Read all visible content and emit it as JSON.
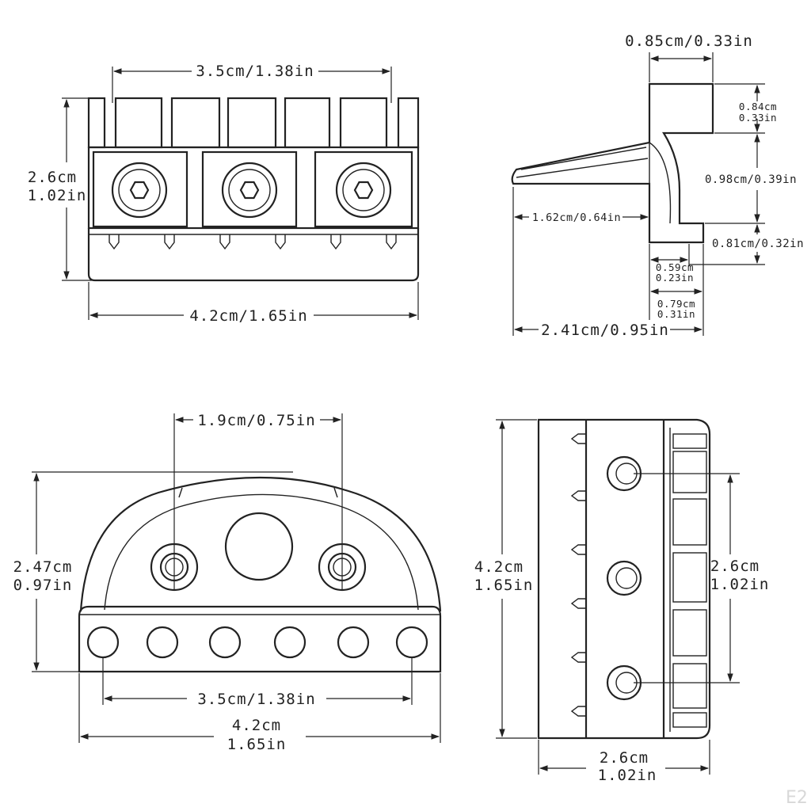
{
  "views": {
    "front": {
      "top_width": "3.5cm/1.38in",
      "height_cm": "2.6cm",
      "height_in": "1.02in",
      "bottom_width": "4.2cm/1.65in"
    },
    "side": {
      "top_width": "0.85cm/0.33in",
      "upper_cm": "0.84cm",
      "upper_in": "0.33in",
      "middle": "0.98cm/0.39in",
      "lower": "0.81cm/0.32in",
      "arm_length": "1.62cm/0.64in",
      "foot_cm": "0.59cm",
      "foot_in": "0.23in",
      "base_cm": "0.79cm",
      "base_in": "0.31in",
      "total_width": "2.41cm/0.95in"
    },
    "bottom": {
      "hole_spacing": "1.9cm/0.75in",
      "height_cm": "2.47cm",
      "height_in": "0.97in",
      "string_spacing": "3.5cm/1.38in",
      "width_cm": "4.2cm",
      "width_in": "1.65in"
    },
    "back": {
      "length_cm": "4.2cm",
      "length_in": "1.65in",
      "hole_span_cm": "2.6cm",
      "hole_span_in": "1.02in",
      "width_cm": "2.6cm",
      "width_in": "1.02in"
    }
  },
  "watermark": "E2"
}
